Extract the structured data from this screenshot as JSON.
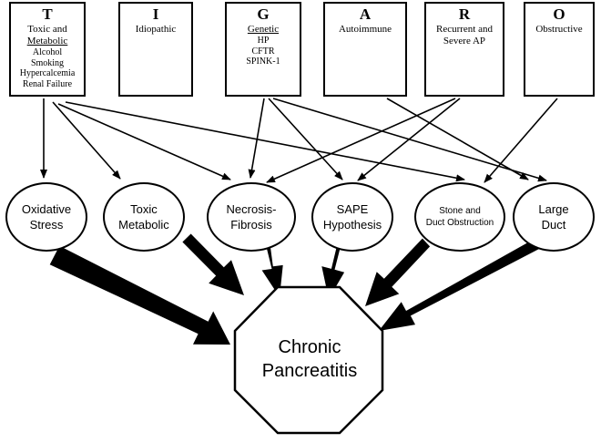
{
  "boxes": [
    {
      "letter": "T",
      "name": "Toxic and",
      "name2": "Metabolic",
      "items": [
        "Alcohol",
        "Smoking",
        "Hypercalcemia",
        "Renal Failure"
      ]
    },
    {
      "letter": "I",
      "name": "Idiopathic"
    },
    {
      "letter": "G",
      "name": "Genetic",
      "items": [
        "HP",
        "CFTR",
        "SPINK-1"
      ]
    },
    {
      "letter": "A",
      "name": "Autoimmune"
    },
    {
      "letter": "R",
      "name": "Recurrent and",
      "name2": "Severe AP"
    },
    {
      "letter": "O",
      "name": "Obstructive"
    }
  ],
  "mechanisms": [
    {
      "line1": "Oxidative",
      "line2": "Stress"
    },
    {
      "line1": "Toxic",
      "line2": "Metabolic"
    },
    {
      "line1": "Necrosis-",
      "line2": "Fibrosis"
    },
    {
      "line1": "SAPE",
      "line2": "Hypothesis"
    },
    {
      "line1": "Stone and",
      "line2": "Duct Obstruction"
    },
    {
      "line1": "Large",
      "line2": "Duct"
    }
  ],
  "outcome": {
    "line1": "Chronic",
    "line2": "Pancreatitis"
  },
  "colors": {
    "stroke": "#000000",
    "background": "#ffffff"
  }
}
